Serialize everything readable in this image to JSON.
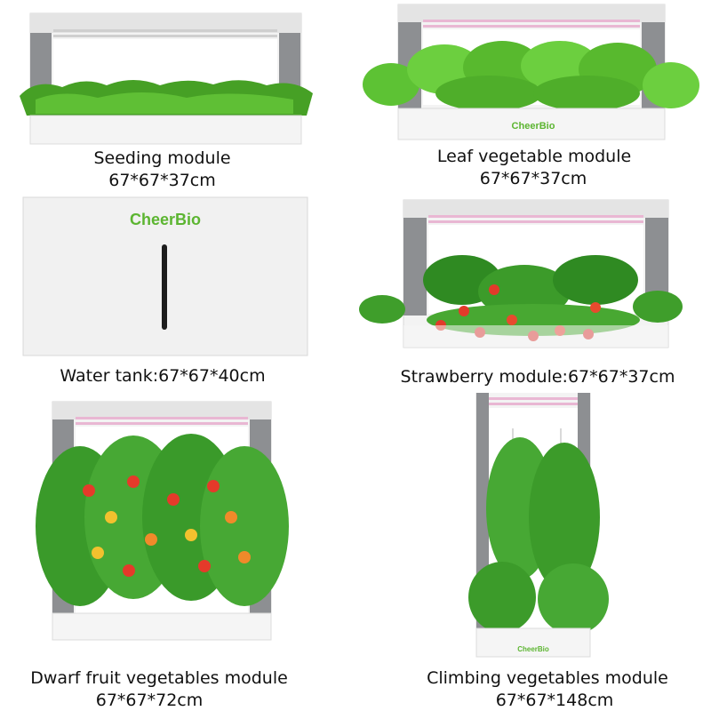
{
  "brand": "CheerBio",
  "colors": {
    "brand_green": "#5cb531",
    "frame_grey": "#8d8f92",
    "panel_white": "#f1f1f1",
    "light_pink": "#e9b7d3"
  },
  "products": [
    {
      "name": "Seeding module",
      "size": "67*67*37cm"
    },
    {
      "name": "Leaf vegetable module",
      "size": "67*67*37cm"
    },
    {
      "name": "Water tank:67*67*40cm"
    },
    {
      "name": "Strawberry module:67*67*37cm"
    },
    {
      "name": "Dwarf fruit vegetables module",
      "size": "67*67*72cm"
    },
    {
      "name": "Climbing vegetables module",
      "size": "67*67*148cm"
    }
  ]
}
